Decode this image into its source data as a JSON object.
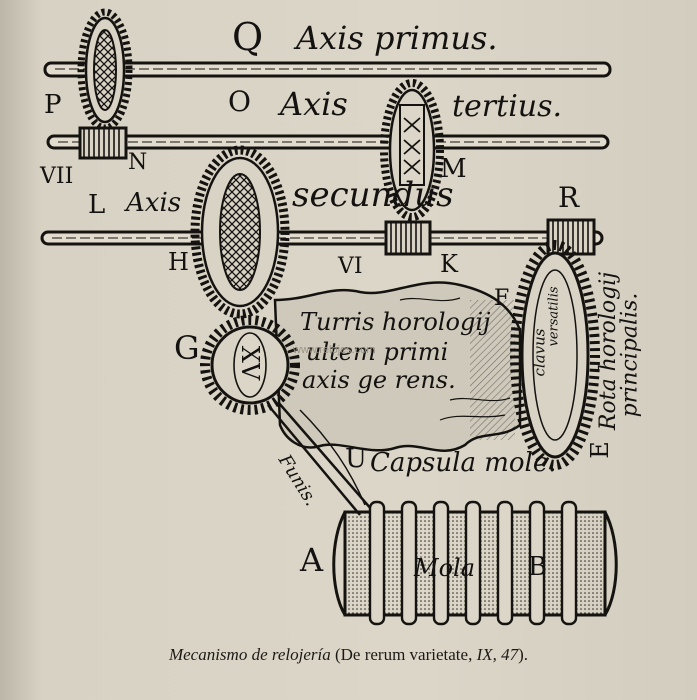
{
  "labels": {
    "q": "Q",
    "axis_primus": "Axis primus.",
    "p": "P",
    "o": "O",
    "axis_tertius_a": "Axis",
    "axis_tertius_b": "tertius.",
    "vii": "VII",
    "n": "N",
    "m": "M",
    "l": "L",
    "axis_secundus_a": "Axis",
    "axis_secundus_b": "secundus",
    "r": "R",
    "h": "H",
    "vi": "VI",
    "k": "K",
    "f": "F",
    "g": "G",
    "xv": "XV",
    "turris_1": "Turris horologij",
    "turris_2": "ultem primi",
    "turris_3": "axis ge rens.",
    "clavus_1": "clavus",
    "clavus_2": "versatilis",
    "rota_1": "Rota horologij",
    "rota_2": "principalis.",
    "e": "E",
    "funis": "Funis.",
    "u": "U",
    "capsula": "Capsula mole.",
    "a": "A",
    "mola": "Mola",
    "b": "B"
  },
  "caption": {
    "main": "Mecanismo de relojería",
    "source_a": "(De rerum varietate, ",
    "source_b": "IX, 47",
    "source_c": ")."
  },
  "watermark": "www.relojes.com",
  "colors": {
    "ink": "#151310",
    "paper": "#d8d2c4"
  }
}
